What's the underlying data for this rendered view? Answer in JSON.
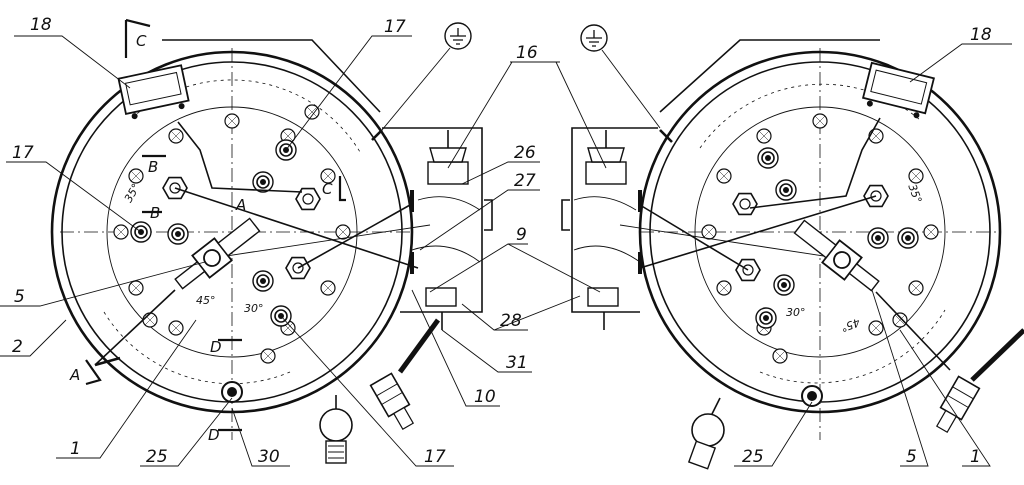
{
  "labels": {
    "l18_left": "18",
    "l17_top": "17",
    "l16": "16",
    "l18_right": "18",
    "l17_left": "17",
    "l26": "26",
    "l27": "27",
    "l9": "9",
    "l5_left": "5",
    "l28": "28",
    "l2": "2",
    "l31": "31",
    "l10": "10",
    "l1_left": "1",
    "l25_left": "25",
    "l30": "30",
    "l17_bottom": "17",
    "l25_right": "25",
    "l5_right": "5",
    "l1_right": "1"
  },
  "section_marks": {
    "a_left": "A",
    "a_mid": "A",
    "b_top": "B",
    "b_bottom": "B",
    "c_top": "C",
    "c_right": "C",
    "d_top": "D",
    "d_bottom": "D"
  },
  "angles": {
    "a35_left": "35°",
    "a45_left": "45°",
    "a30_left": "30°",
    "a35_right": "35°",
    "a30_right": "30°",
    "a45_right": "45°"
  },
  "icons": [
    "ground-symbol-icon",
    "ground-symbol-icon"
  ]
}
